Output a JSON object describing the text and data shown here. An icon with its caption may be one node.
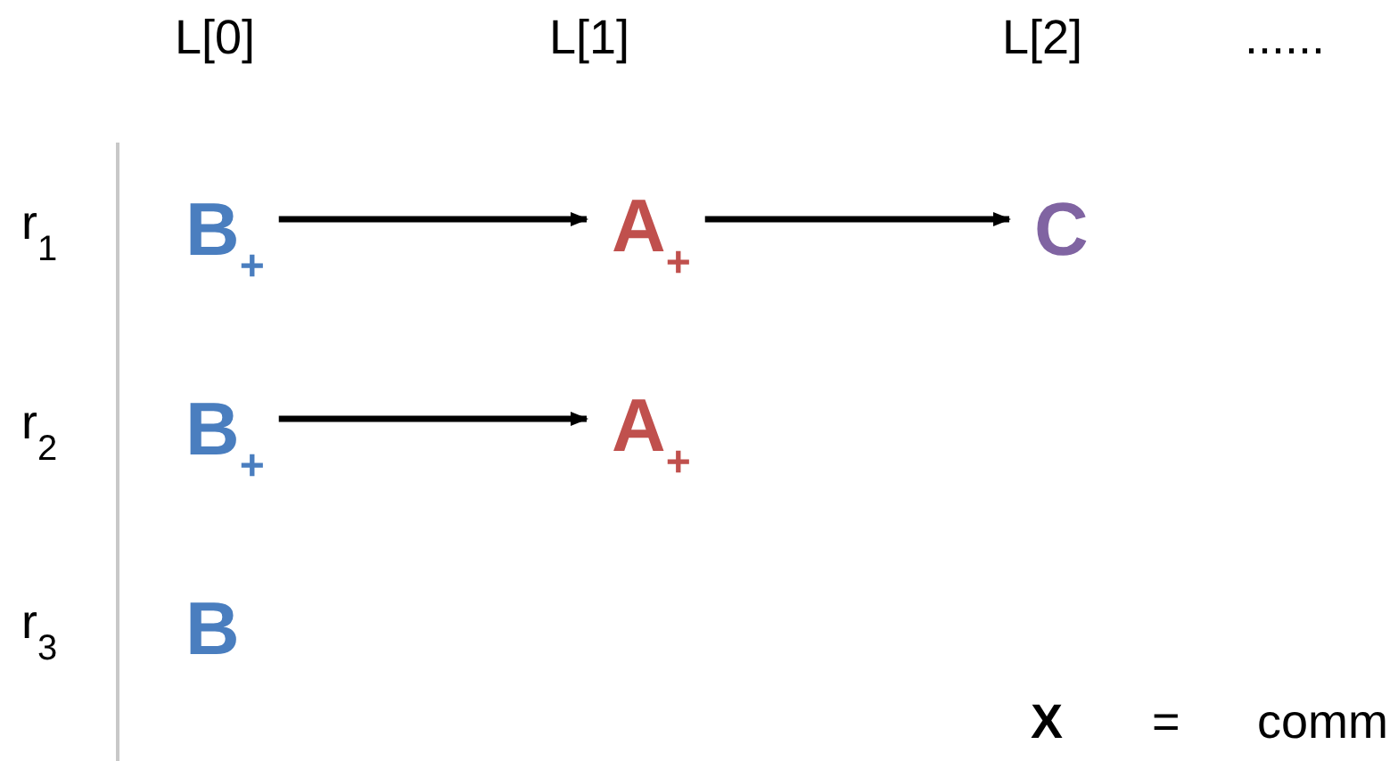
{
  "diagram": {
    "nodes": [
      {
        "text": [
          "B$_{+}$"
        ]
      },
      {
        "text": [
          "A$_{+}$"
        ]
      },
      {
        "text": [
          "C"
        ]
      },
      {
        "text": [
          "B$_{+}$"
        ]
      },
      {
        "text": [
          "A$_{+}$"
        ]
      },
      {
        "text": [
          "B"
        ]
      }
    ],
    "edges": [
      {
        "from": 0,
        "to": 1,
        "arrow": "to"
      },
      {
        "from": 1,
        "to": 2,
        "arrow": "to"
      },
      {
        "from": 3,
        "to": 4,
        "arrow": "to"
      }
    ],
    "labels": [
      "L[0]",
      "L[1]",
      "L[2]",
      "......",
      "r$_{1}$",
      "r$_{2}$",
      "r$_{3}$",
      "X",
      "=",
      "comm"
    ]
  }
}
